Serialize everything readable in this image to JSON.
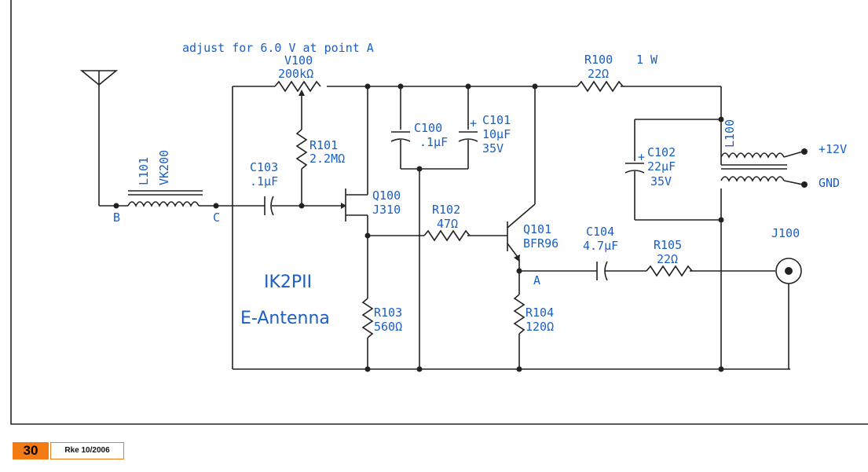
{
  "title_note": "adjust for 6.0 V at point A",
  "circuit_title": "IK2PII",
  "circuit_subtitle": "E-Antenna",
  "components": {
    "v100": {
      "ref": "V100",
      "value": "200kΩ"
    },
    "r100": {
      "ref": "R100",
      "value": "22Ω",
      "rating": "1 W"
    },
    "r101": {
      "ref": "R101",
      "value": "2.2MΩ"
    },
    "r102": {
      "ref": "R102",
      "value": "47Ω"
    },
    "r103": {
      "ref": "R103",
      "value": "560Ω"
    },
    "r104": {
      "ref": "R104",
      "value": "120Ω"
    },
    "r105": {
      "ref": "R105",
      "value": "22Ω"
    },
    "c100": {
      "ref": "C100",
      "value": ".1µF"
    },
    "c101": {
      "ref": "C101",
      "value": "10µF",
      "rating": "35V"
    },
    "c102": {
      "ref": "C102",
      "value": "22µF",
      "rating": "35V"
    },
    "c103": {
      "ref": "C103",
      "value": ".1µF"
    },
    "c104": {
      "ref": "C104",
      "value": "4.7µF"
    },
    "l100": {
      "ref": "L100"
    },
    "l101": {
      "ref": "L101",
      "value": "VK200"
    },
    "q100": {
      "ref": "Q100",
      "value": "J310"
    },
    "q101": {
      "ref": "Q101",
      "value": "BFR96"
    },
    "j100": {
      "ref": "J100"
    }
  },
  "nodes": {
    "a": "A",
    "b": "B",
    "c": "C"
  },
  "terminals": {
    "plus12": "+12V",
    "gnd": "GND"
  },
  "footer": {
    "page": "30",
    "issue": "Rke 10/2006"
  },
  "colors": {
    "label": "#1a5fc4",
    "wire": "#222222",
    "accent": "#f47a14"
  }
}
